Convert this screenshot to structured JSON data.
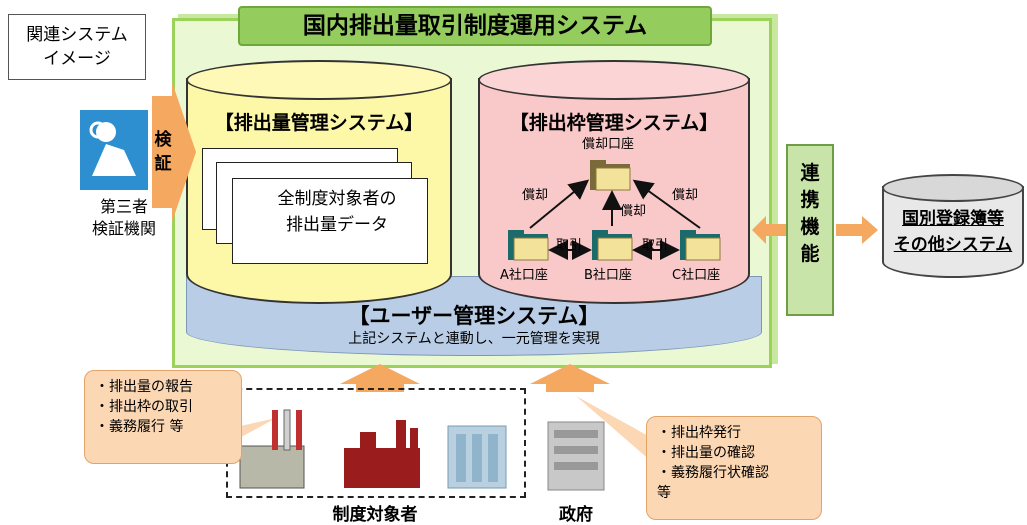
{
  "label_box": {
    "line1": "関連システム",
    "line2": "イメージ"
  },
  "main_title": "国内排出量取引制度運用システム",
  "emission_system": {
    "title": "【排出量管理システム】",
    "doc_line1": "全制度対象者の",
    "doc_line2": "排出量データ"
  },
  "allowance_system": {
    "title": "【排出枠管理システム】",
    "retire_account": "償却口座",
    "retire_left": "償却",
    "retire_mid": "償却",
    "retire_right": "償却",
    "trade_1": "取引",
    "trade_2": "取引",
    "account_a": "A社口座",
    "account_b": "B社口座",
    "account_c": "C社口座"
  },
  "user_system": {
    "title": "【ユーザー管理システム】",
    "subtitle": "上記システムと連動し、一元管理を実現"
  },
  "link_function": {
    "c1": "連",
    "c2": "携",
    "c3": "機",
    "c4": "能"
  },
  "external": {
    "line1": "国別登録簿等",
    "line2": "その他システム"
  },
  "verification": {
    "c1": "検",
    "c2": "証",
    "line1": "第三者",
    "line2": "検証機関"
  },
  "participants_callout": {
    "line1": "・排出量の報告",
    "line2": "・排出枠の取引",
    "line3": "・義務履行  等"
  },
  "government_callout": {
    "line1": "・排出枠発行",
    "line2": "・排出量の確認",
    "line3": "・義務履行状確認",
    "line4": "等"
  },
  "participants_label": "制度対象者",
  "government_label": "政府",
  "colors": {
    "main_bg": "#eaf8d4",
    "title_bg": "#95cc5e",
    "emission": "#fdf7a8",
    "allowance": "#f9c9c9",
    "user": "#b9cde6",
    "arrow": "#f4a860"
  }
}
